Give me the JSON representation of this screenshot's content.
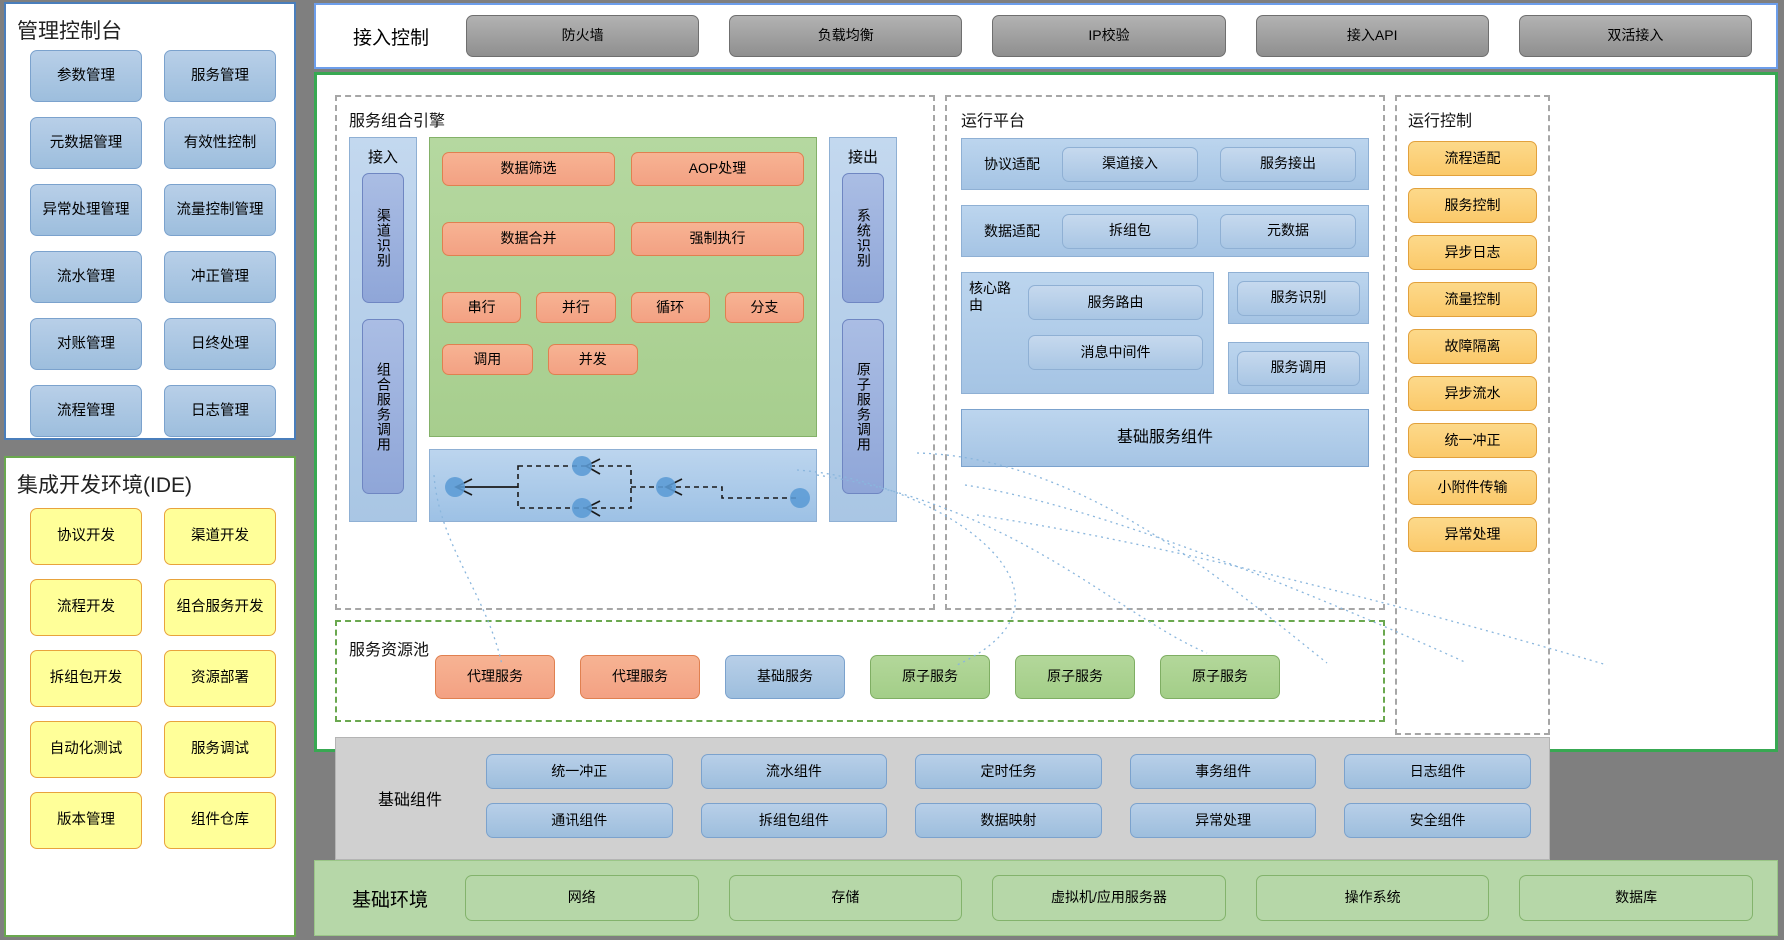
{
  "mgmt_console": {
    "title": "管理控制台",
    "items": [
      "参数管理",
      "服务管理",
      "元数据管理",
      "有效性控制",
      "异常处理管理",
      "流量控制管理",
      "流水管理",
      "冲正管理",
      "对账管理",
      "日终处理",
      "流程管理",
      "日志管理"
    ]
  },
  "ide": {
    "title": "集成开发环境(IDE)",
    "items": [
      "协议开发",
      "渠道开发",
      "流程开发",
      "组合服务开发",
      "拆组包开发",
      "资源部署",
      "自动化测试",
      "服务调试",
      "版本管理",
      "组件仓库"
    ]
  },
  "access_control": {
    "label": "接入控制",
    "items": [
      "防火墙",
      "负载均衡",
      "IP校验",
      "接入API",
      "双活接入"
    ]
  },
  "service_engine": {
    "title": "服务组合引擎",
    "inbound": {
      "header": "接入",
      "items": [
        "渠道识别",
        "组合服务调用"
      ]
    },
    "outbound": {
      "header": "接出",
      "items": [
        "系统识别",
        "原子服务调用"
      ]
    },
    "capabilities_row1": [
      "数据筛选",
      "AOP处理"
    ],
    "capabilities_row2": [
      "数据合并",
      "强制执行"
    ],
    "capabilities_row3": [
      "串行",
      "并行",
      "循环",
      "分支"
    ],
    "capabilities_row4": [
      "调用",
      "并发"
    ]
  },
  "runtime_platform": {
    "title": "运行平台",
    "protocol_adapt": {
      "label": "协议适配",
      "items": [
        "渠道接入",
        "服务接出"
      ]
    },
    "data_adapt": {
      "label": "数据适配",
      "items": [
        "拆组包",
        "元数据"
      ]
    },
    "core_route": {
      "label": "核心路由",
      "items": [
        "服务路由",
        "消息中间件"
      ]
    },
    "right_items": [
      "服务识别",
      "服务调用"
    ],
    "base_service_components": "基础服务组件"
  },
  "runtime_control": {
    "title": "运行控制",
    "items": [
      "流程适配",
      "服务控制",
      "异步日志",
      "流量控制",
      "故障隔离",
      "异步流水",
      "统一冲正",
      "小附件传输",
      "异常处理"
    ]
  },
  "service_pool": {
    "title": "服务资源池",
    "items": [
      {
        "label": "代理服务",
        "kind": "proxy"
      },
      {
        "label": "代理服务",
        "kind": "proxy"
      },
      {
        "label": "基础服务",
        "kind": "base"
      },
      {
        "label": "原子服务",
        "kind": "atomic"
      },
      {
        "label": "原子服务",
        "kind": "atomic"
      },
      {
        "label": "原子服务",
        "kind": "atomic"
      }
    ]
  },
  "base_components": {
    "label": "基础组件",
    "items": [
      "统一冲正",
      "流水组件",
      "定时任务",
      "事务组件",
      "日志组件",
      "通讯组件",
      "拆组包组件",
      "数据映射",
      "异常处理",
      "安全组件"
    ]
  },
  "base_environment": {
    "label": "基础环境",
    "items": [
      "网络",
      "存储",
      "虚拟机/应用服务器",
      "操作系统",
      "数据库"
    ]
  },
  "colors": {
    "mgmt_border": "#4a7ebb",
    "ide_border": "#6aa84f",
    "main_border": "#38a852",
    "access_border": "#6d9eeb",
    "capability_fill": "#f3a183",
    "runtime_control_fill": "#fbc96a",
    "atomic_fill": "#a3ce88",
    "base_env_fill": "#b6d7a8",
    "base_comp_fill": "#d0d0d0",
    "page_bg": "#7f7f7f"
  }
}
